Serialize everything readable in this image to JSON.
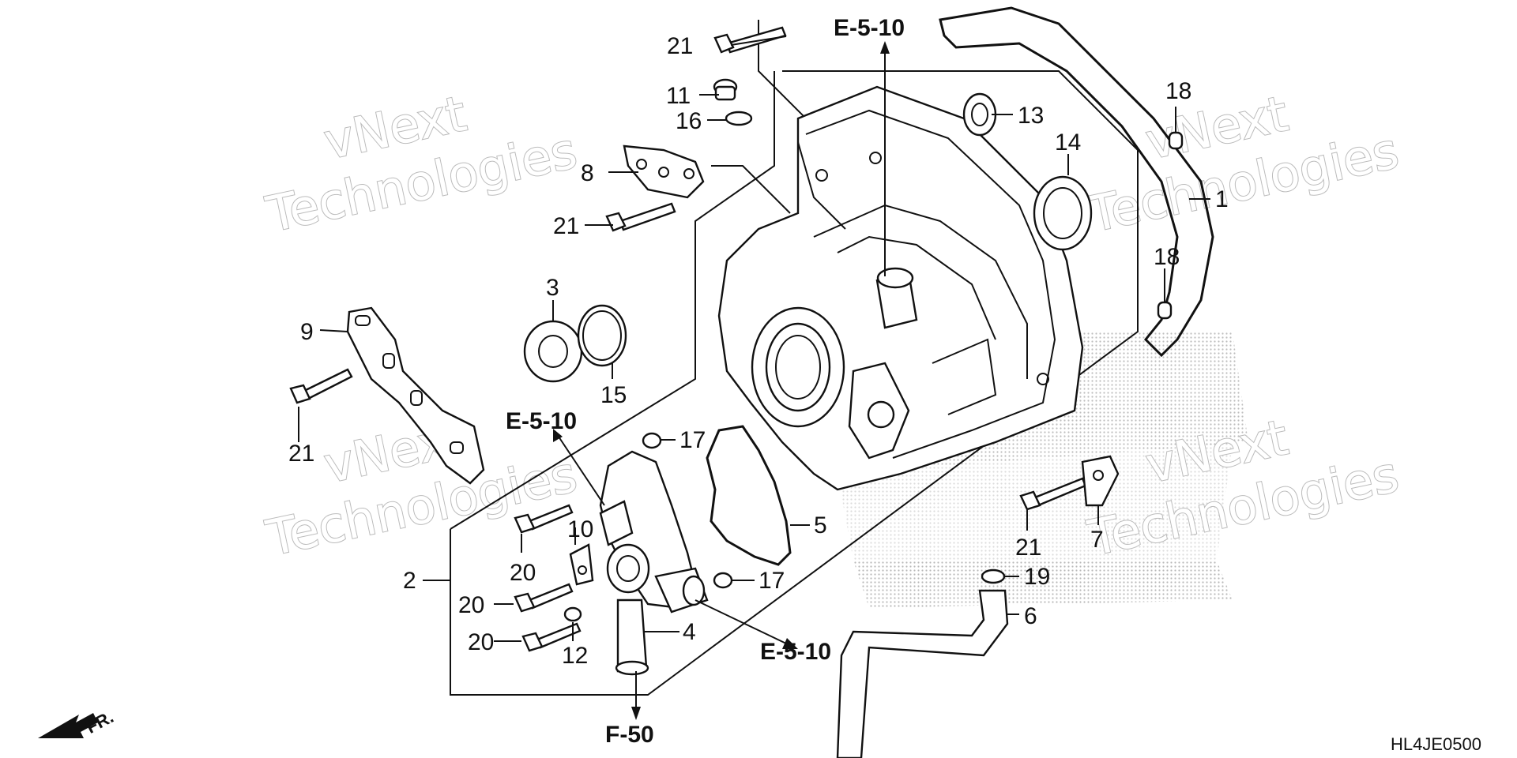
{
  "diagram": {
    "callouts": {
      "p1": "1",
      "p2": "2",
      "p3": "3",
      "p4": "4",
      "p5": "5",
      "p6": "6",
      "p7": "7",
      "p8": "8",
      "p9": "9",
      "p10": "10",
      "p11": "11",
      "p12": "12",
      "p13": "13",
      "p14": "14",
      "p15": "15",
      "p16": "16",
      "p17a": "17",
      "p17b": "17",
      "p18a": "18",
      "p18b": "18",
      "p19": "19",
      "p20a": "20",
      "p20b": "20",
      "p20c": "20",
      "p21a": "21",
      "p21b": "21",
      "p21c": "21",
      "p21d": "21"
    },
    "references": {
      "ref_top": "E-5-10",
      "ref_left": "E-5-10",
      "ref_bottom": "E-5-10",
      "ref_f50": "F-50"
    },
    "direction_label": "FR.",
    "diagram_code": "HL4JE0500",
    "watermark": {
      "line1": "vNext",
      "line2": "Technologies"
    }
  }
}
